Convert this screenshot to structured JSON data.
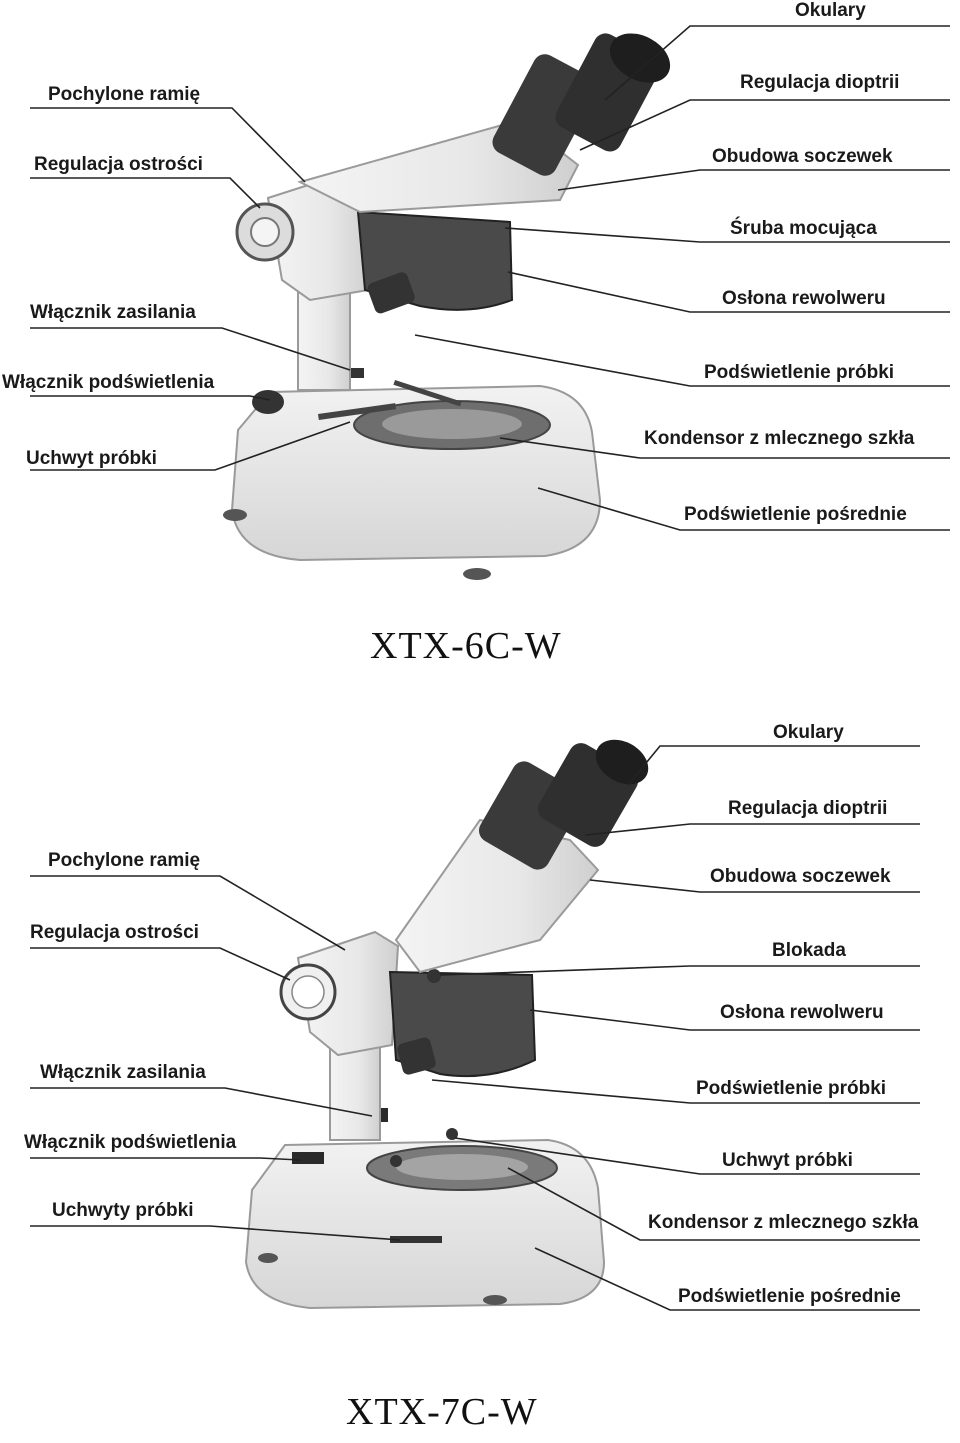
{
  "figures": [
    {
      "model": "XTX-6C-W",
      "labels": {
        "okulary": "Okulary",
        "regulacja_dioptrii": "Regulacja dioptrii",
        "obudowa_soczewek": "Obudowa soczewek",
        "sruba_mocujaca": "Śruba mocująca",
        "oslona_rewolweru": "Osłona rewolweru",
        "podswietlenie_probki": "Podświetlenie próbki",
        "kondensor": "Kondensor z mlecznego szkła",
        "podswietlenie_posrednie": "Podświetlenie pośrednie",
        "pochylone_ramie": "Pochylone ramię",
        "regulacja_ostrosci": "Regulacja ostrości",
        "wlacznik_zasilania": "Włącznik zasilania",
        "wlacznik_podswietlenia": "Włącznik podświetlenia",
        "uchwyt_probki": "Uchwyt próbki"
      }
    },
    {
      "model": "XTX-7C-W",
      "labels": {
        "okulary": "Okulary",
        "regulacja_dioptrii": "Regulacja dioptrii",
        "obudowa_soczewek": "Obudowa soczewek",
        "blokada": "Blokada",
        "oslona_rewolweru": "Osłona rewolweru",
        "podswietlenie_probki": "Podświetlenie próbki",
        "uchwyt_probki": "Uchwyt próbki",
        "kondensor": "Kondensor z mlecznego szkła",
        "podswietlenie_posrednie": "Podświetlenie pośrednie",
        "pochylone_ramie": "Pochylone ramię",
        "regulacja_ostrosci": "Regulacja ostrości",
        "wlacznik_zasilania": "Włącznik zasilania",
        "wlacznik_podswietlenia": "Włącznik podświetlenia",
        "uchwyty_probki": "Uchwyty próbki"
      }
    }
  ]
}
